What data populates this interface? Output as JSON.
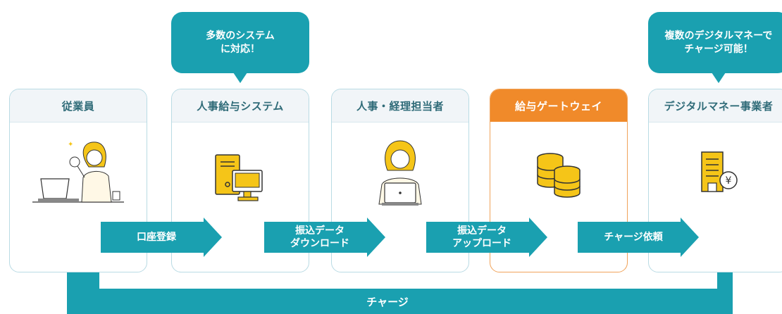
{
  "bubbles": [
    {
      "lines": [
        "多数のシステム",
        "に対応！"
      ]
    },
    {
      "lines": [
        "複数のデジタルマネーで",
        "チャージ可能！"
      ]
    }
  ],
  "cards": [
    {
      "title": "従業員",
      "icon": "employee-with-laptop-icon"
    },
    {
      "title": "人事給与システム",
      "icon": "computer-system-icon"
    },
    {
      "title": "人事・経理担当者",
      "icon": "staff-with-laptop-icon"
    },
    {
      "title": "給与ゲートウェイ",
      "icon": "coin-stacks-icon"
    },
    {
      "title": "デジタルマネー事業者",
      "icon": "building-yen-icon"
    }
  ],
  "arrows": [
    {
      "lines": [
        "口座登録"
      ]
    },
    {
      "lines": [
        "振込データ",
        "ダウンロード"
      ]
    },
    {
      "lines": [
        "振込データ",
        "アップロード"
      ]
    },
    {
      "lines": [
        "チャージ依頼"
      ]
    }
  ],
  "return_flow": {
    "label": "チャージ"
  },
  "colors": {
    "accent_teal": "#1aa0b0",
    "highlight_orange": "#f08a2a",
    "card_border": "#b9dbe4",
    "icon_yellow": "#f5c518"
  }
}
